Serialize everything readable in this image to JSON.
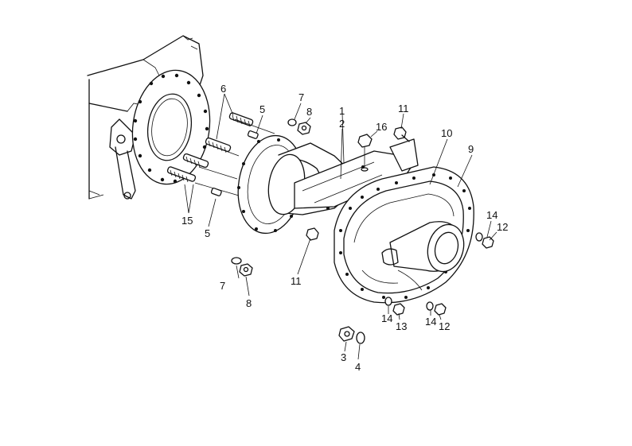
{
  "callouts": [
    {
      "id": "c1",
      "label": "1"
    },
    {
      "id": "c2",
      "label": "2"
    },
    {
      "id": "c3",
      "label": "3"
    },
    {
      "id": "c4",
      "label": "4"
    },
    {
      "id": "c5a",
      "label": "5"
    },
    {
      "id": "c5b",
      "label": "5"
    },
    {
      "id": "c6",
      "label": "6"
    },
    {
      "id": "c7a",
      "label": "7"
    },
    {
      "id": "c7b",
      "label": "7"
    },
    {
      "id": "c8a",
      "label": "8"
    },
    {
      "id": "c8b",
      "label": "8"
    },
    {
      "id": "c9",
      "label": "9"
    },
    {
      "id": "c10",
      "label": "10"
    },
    {
      "id": "c11a",
      "label": "11"
    },
    {
      "id": "c11b",
      "label": "11"
    },
    {
      "id": "c12a",
      "label": "12"
    },
    {
      "id": "c12b",
      "label": "12"
    },
    {
      "id": "c13",
      "label": "13"
    },
    {
      "id": "c14a",
      "label": "14"
    },
    {
      "id": "c14b",
      "label": "14"
    },
    {
      "id": "c14c",
      "label": "14"
    },
    {
      "id": "c15",
      "label": "15"
    },
    {
      "id": "c16",
      "label": "16"
    }
  ]
}
